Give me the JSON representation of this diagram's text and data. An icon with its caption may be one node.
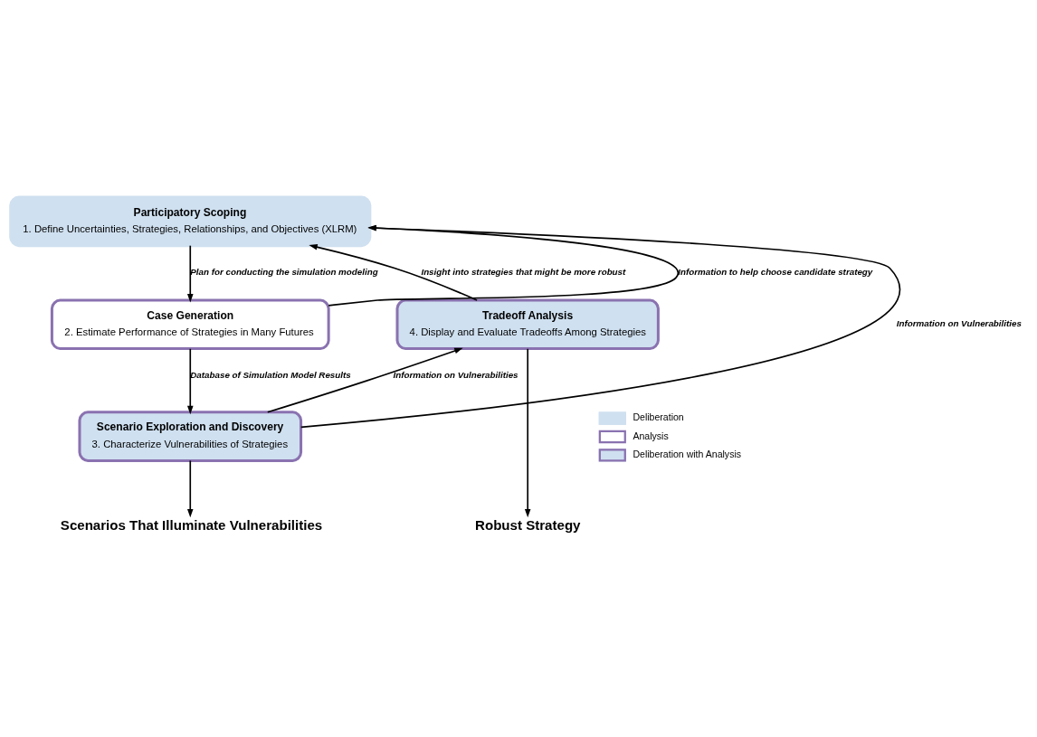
{
  "diagram": {
    "nodes": [
      {
        "text": [
          "Participatory Scoping",
          "1. Define Uncertainties, Strategies, Relationships, and Objectives (XLRM)"
        ]
      },
      {
        "text": [
          "Tradeoff Analysis",
          "4. Display and Evaluate Tradeoffs Among Strategies"
        ]
      },
      {
        "text": [
          "Case Generation",
          "2. Estimate Performance of Strategies in Many Futures"
        ]
      },
      {
        "text": [
          "Scenario Exploration and Discovery",
          "3. Characterize Vulnerabilities of Strategies"
        ]
      },
      {
        "text": [
          "Robust Strategy"
        ]
      },
      {
        "text": [
          "Scenarios That Illuminate Vulnerabilities"
        ]
      }
    ],
    "edges": [
      {
        "from": 0,
        "to": 2,
        "arrow": "to",
        "label": "Plan for conducting the simulation modeling"
      },
      {
        "from": 2,
        "to": 0,
        "arrow": "to",
        "label": "Information to help choose candidate strategy"
      },
      {
        "from": 2,
        "to": 3,
        "arrow": "to",
        "label": "Database of Simulation Model Results"
      },
      {
        "from": 3,
        "to": 0,
        "arrow": "to",
        "label": "Information on Vulnerabilities"
      },
      {
        "from": 3,
        "to": 1,
        "arrow": "to",
        "label": "Information on Vulnerabilities"
      },
      {
        "from": 1,
        "to": 0,
        "arrow": "to",
        "label": "Insight into strategies that might be more robust"
      },
      {
        "from": 1,
        "to": 4,
        "arrow": "to"
      },
      {
        "from": 3,
        "to": 5,
        "arrow": "to"
      }
    ],
    "legend": [
      {
        "text": "Deliberation",
        "color": "#cfe0f0"
      },
      {
        "text": "Analysis"
      },
      {
        "text": "Deliberation with Analysis"
      }
    ]
  }
}
